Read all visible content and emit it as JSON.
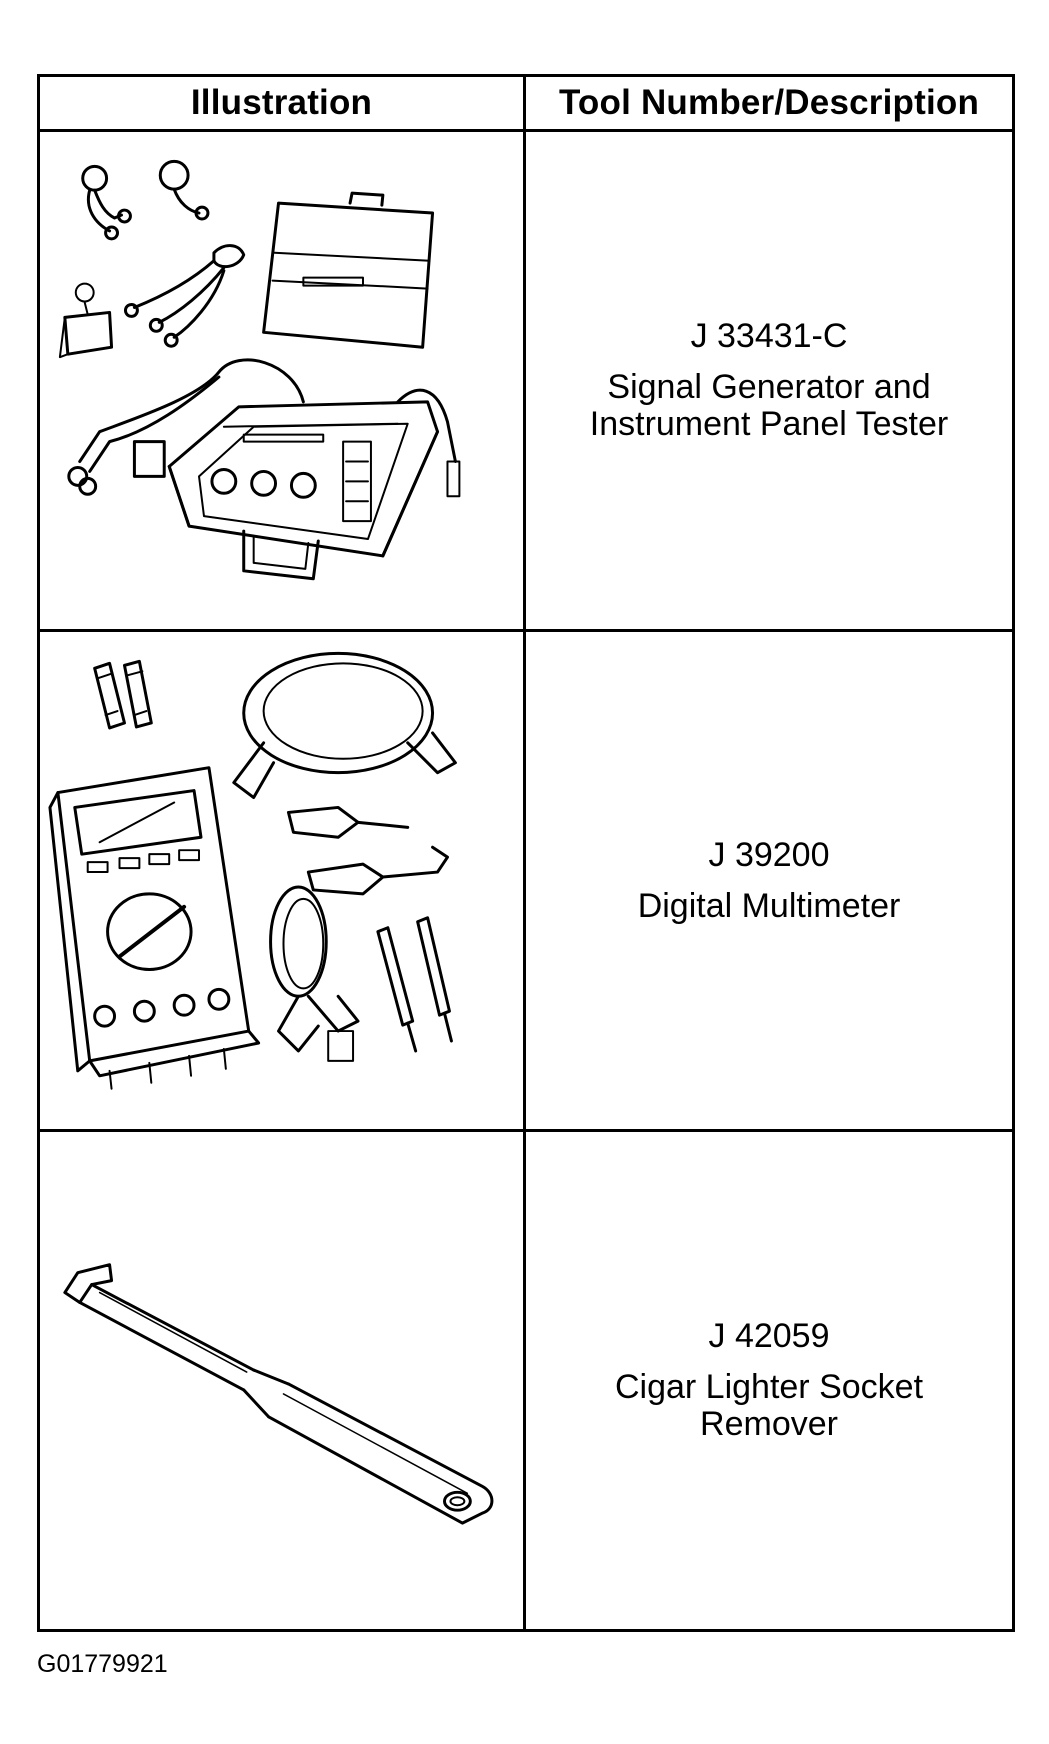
{
  "table": {
    "header": {
      "illustration": "Illustration",
      "description": "Tool Number/Description"
    },
    "rows": [
      {
        "tool_number": "J 33431-C",
        "description": "Signal Generator and\nInstrument Panel Tester",
        "icon": "signal-generator-kit-illustration"
      },
      {
        "tool_number": "J 39200",
        "description": "Digital Multimeter",
        "icon": "digital-multimeter-illustration"
      },
      {
        "tool_number": "J 42059",
        "description": "Cigar Lighter Socket\nRemover",
        "icon": "socket-remover-tool-illustration"
      }
    ]
  },
  "figure_code": "G01779921",
  "colors": {
    "ink": "#000000",
    "paper": "#ffffff"
  }
}
